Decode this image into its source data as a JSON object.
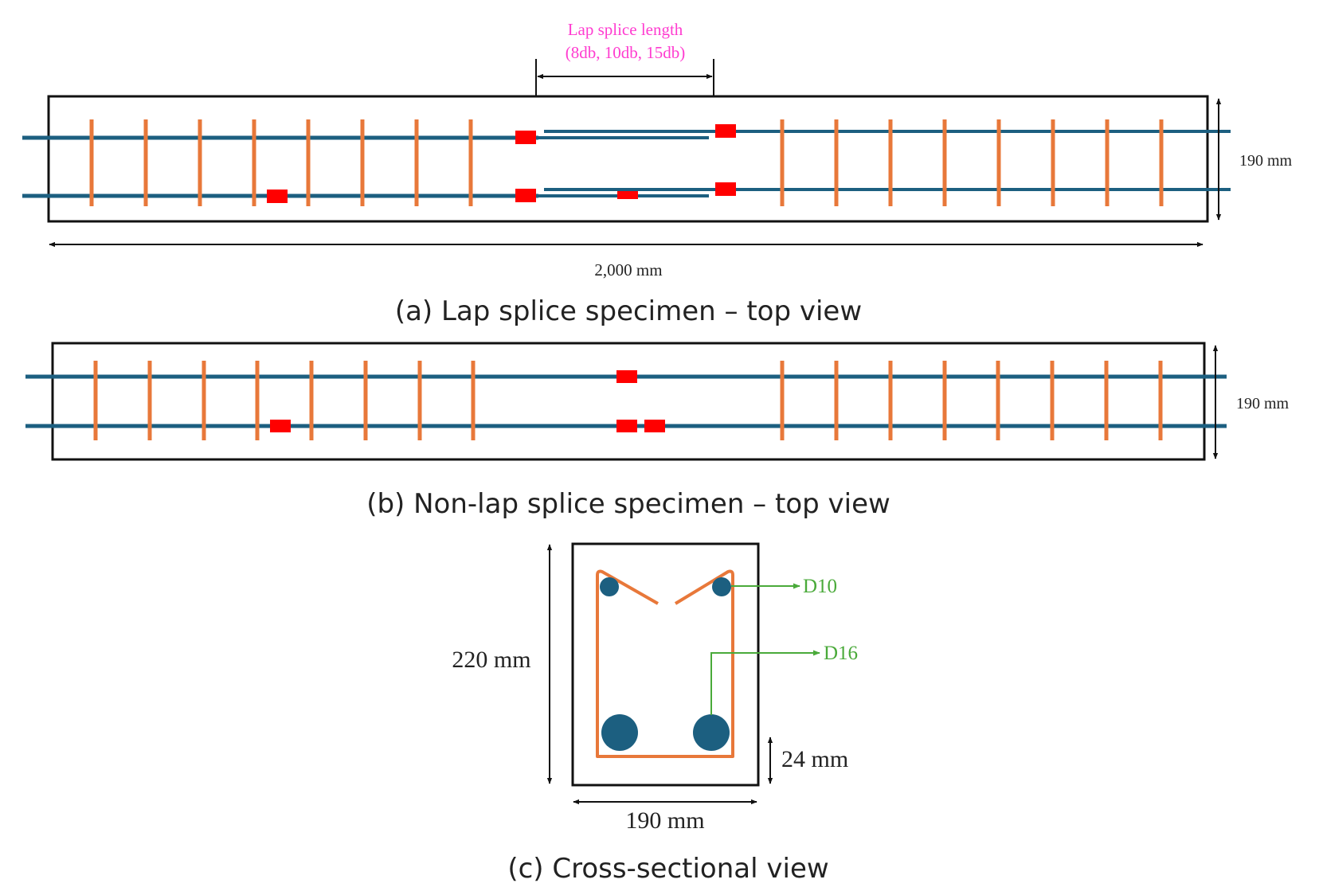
{
  "colors": {
    "outline": "#111111",
    "bar": "#1c5f80",
    "stirrup": "#e8783a",
    "gauge": "#ff0000",
    "lap_annotation": "#ff3cd0",
    "bar_callout": "#4aaa3a"
  },
  "panel_a": {
    "lap_label_line1": "Lap splice length",
    "lap_label_line2": "(8db, 10db, 15db)",
    "height_label": "190 mm",
    "length_label": "2,000 mm",
    "caption": "(a) Lap splice specimen – top view"
  },
  "panel_b": {
    "height_label": "190 mm",
    "caption": "(b) Non-lap splice specimen – top view"
  },
  "panel_c": {
    "d10_label": "D10",
    "d16_label": "D16",
    "height_label": "220 mm",
    "width_label": "190 mm",
    "cover_label": "24 mm",
    "caption": "(c) Cross-sectional view"
  }
}
